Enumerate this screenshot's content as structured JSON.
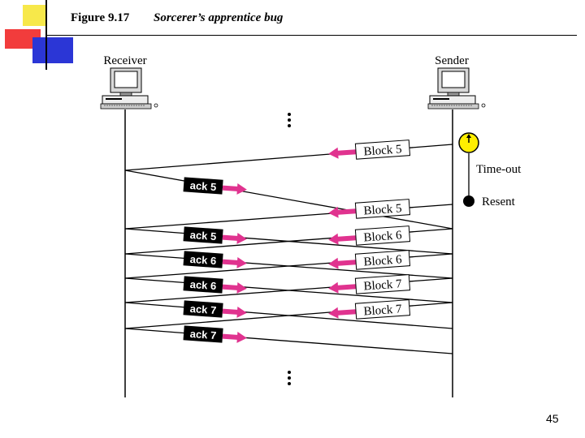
{
  "slide": {
    "figure_label": "Figure 9.17",
    "figure_caption": "Sorcerer’s apprentice bug",
    "page_number": "45"
  },
  "diagram": {
    "parties": {
      "receiver": "Receiver",
      "sender": "Sender"
    },
    "labels": {
      "timeout": "Time-out",
      "resent": "Resent"
    },
    "colors": {
      "arrow": "#e0338f",
      "label_box": "#ffffff",
      "ack_box": "#000000",
      "clock": "#ffee00",
      "deco_yellow": "#f7e84a",
      "deco_red": "#f23c3c",
      "deco_blue": "#2b36d6"
    },
    "sender_blocks": [
      "Block 5",
      "Block 5",
      "Block 6",
      "Block 6",
      "Block 7",
      "Block 7"
    ],
    "receiver_acks": [
      "ack 5",
      "ack 5",
      "ack 6",
      "ack 6",
      "ack 7",
      "ack 7"
    ]
  }
}
